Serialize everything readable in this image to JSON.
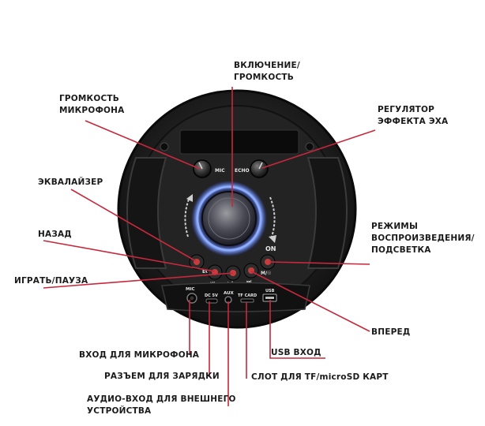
{
  "callouts": {
    "power_volume": [
      "ВКЛЮЧЕНИЕ/",
      "ГРОМКОСТЬ"
    ],
    "mic_volume": [
      "ГРОМКОСТЬ",
      "МИКРОФОНА"
    ],
    "echo": [
      "РЕГУЛЯТОР",
      "ЭФФЕКТА ЭХА"
    ],
    "equalizer": "ЭКВАЛАЙЗЕР",
    "previous": "НАЗАД",
    "play_pause": "ИГРАТЬ/ПАУЗА",
    "modes": [
      "РЕЖИМЫ",
      "ВОСПРОИЗВЕДЕНИЯ/",
      "ПОДСВЕТКА"
    ],
    "next": "ВПЕРЕД",
    "usb_input": "USB ВХОД",
    "mic_input": "ВХОД ДЛЯ МИКРОФОНА",
    "charging": "РАЗЪЕМ ДЛЯ ЗАРЯДКИ",
    "tf_slot": "СЛОТ ДЛЯ TF/microSD КАРТ",
    "aux_input": [
      "АУДИО-ВХОД ДЛЯ ВНЕШНЕГО",
      "УСТРОЙСТВА"
    ]
  },
  "device_markings": {
    "mic_knob": "MIC",
    "echo_knob": "ECHO",
    "on": "ON",
    "eq_button": "EQ",
    "mode_button": "M/☉",
    "prev_symbol": "⏮",
    "play_symbol": "▶∥",
    "next_symbol": "⏭",
    "mic_port": "MIC",
    "dc_port": "DC 5V",
    "aux_port": "AUX",
    "tf_port": "TF CARD",
    "usb_port": "USB"
  },
  "colors": {
    "leader_line": "#c8283c",
    "label_text": "#1b1b1b",
    "speaker_body": "#1a1a1a",
    "led_ring": "#7fa8ff"
  }
}
